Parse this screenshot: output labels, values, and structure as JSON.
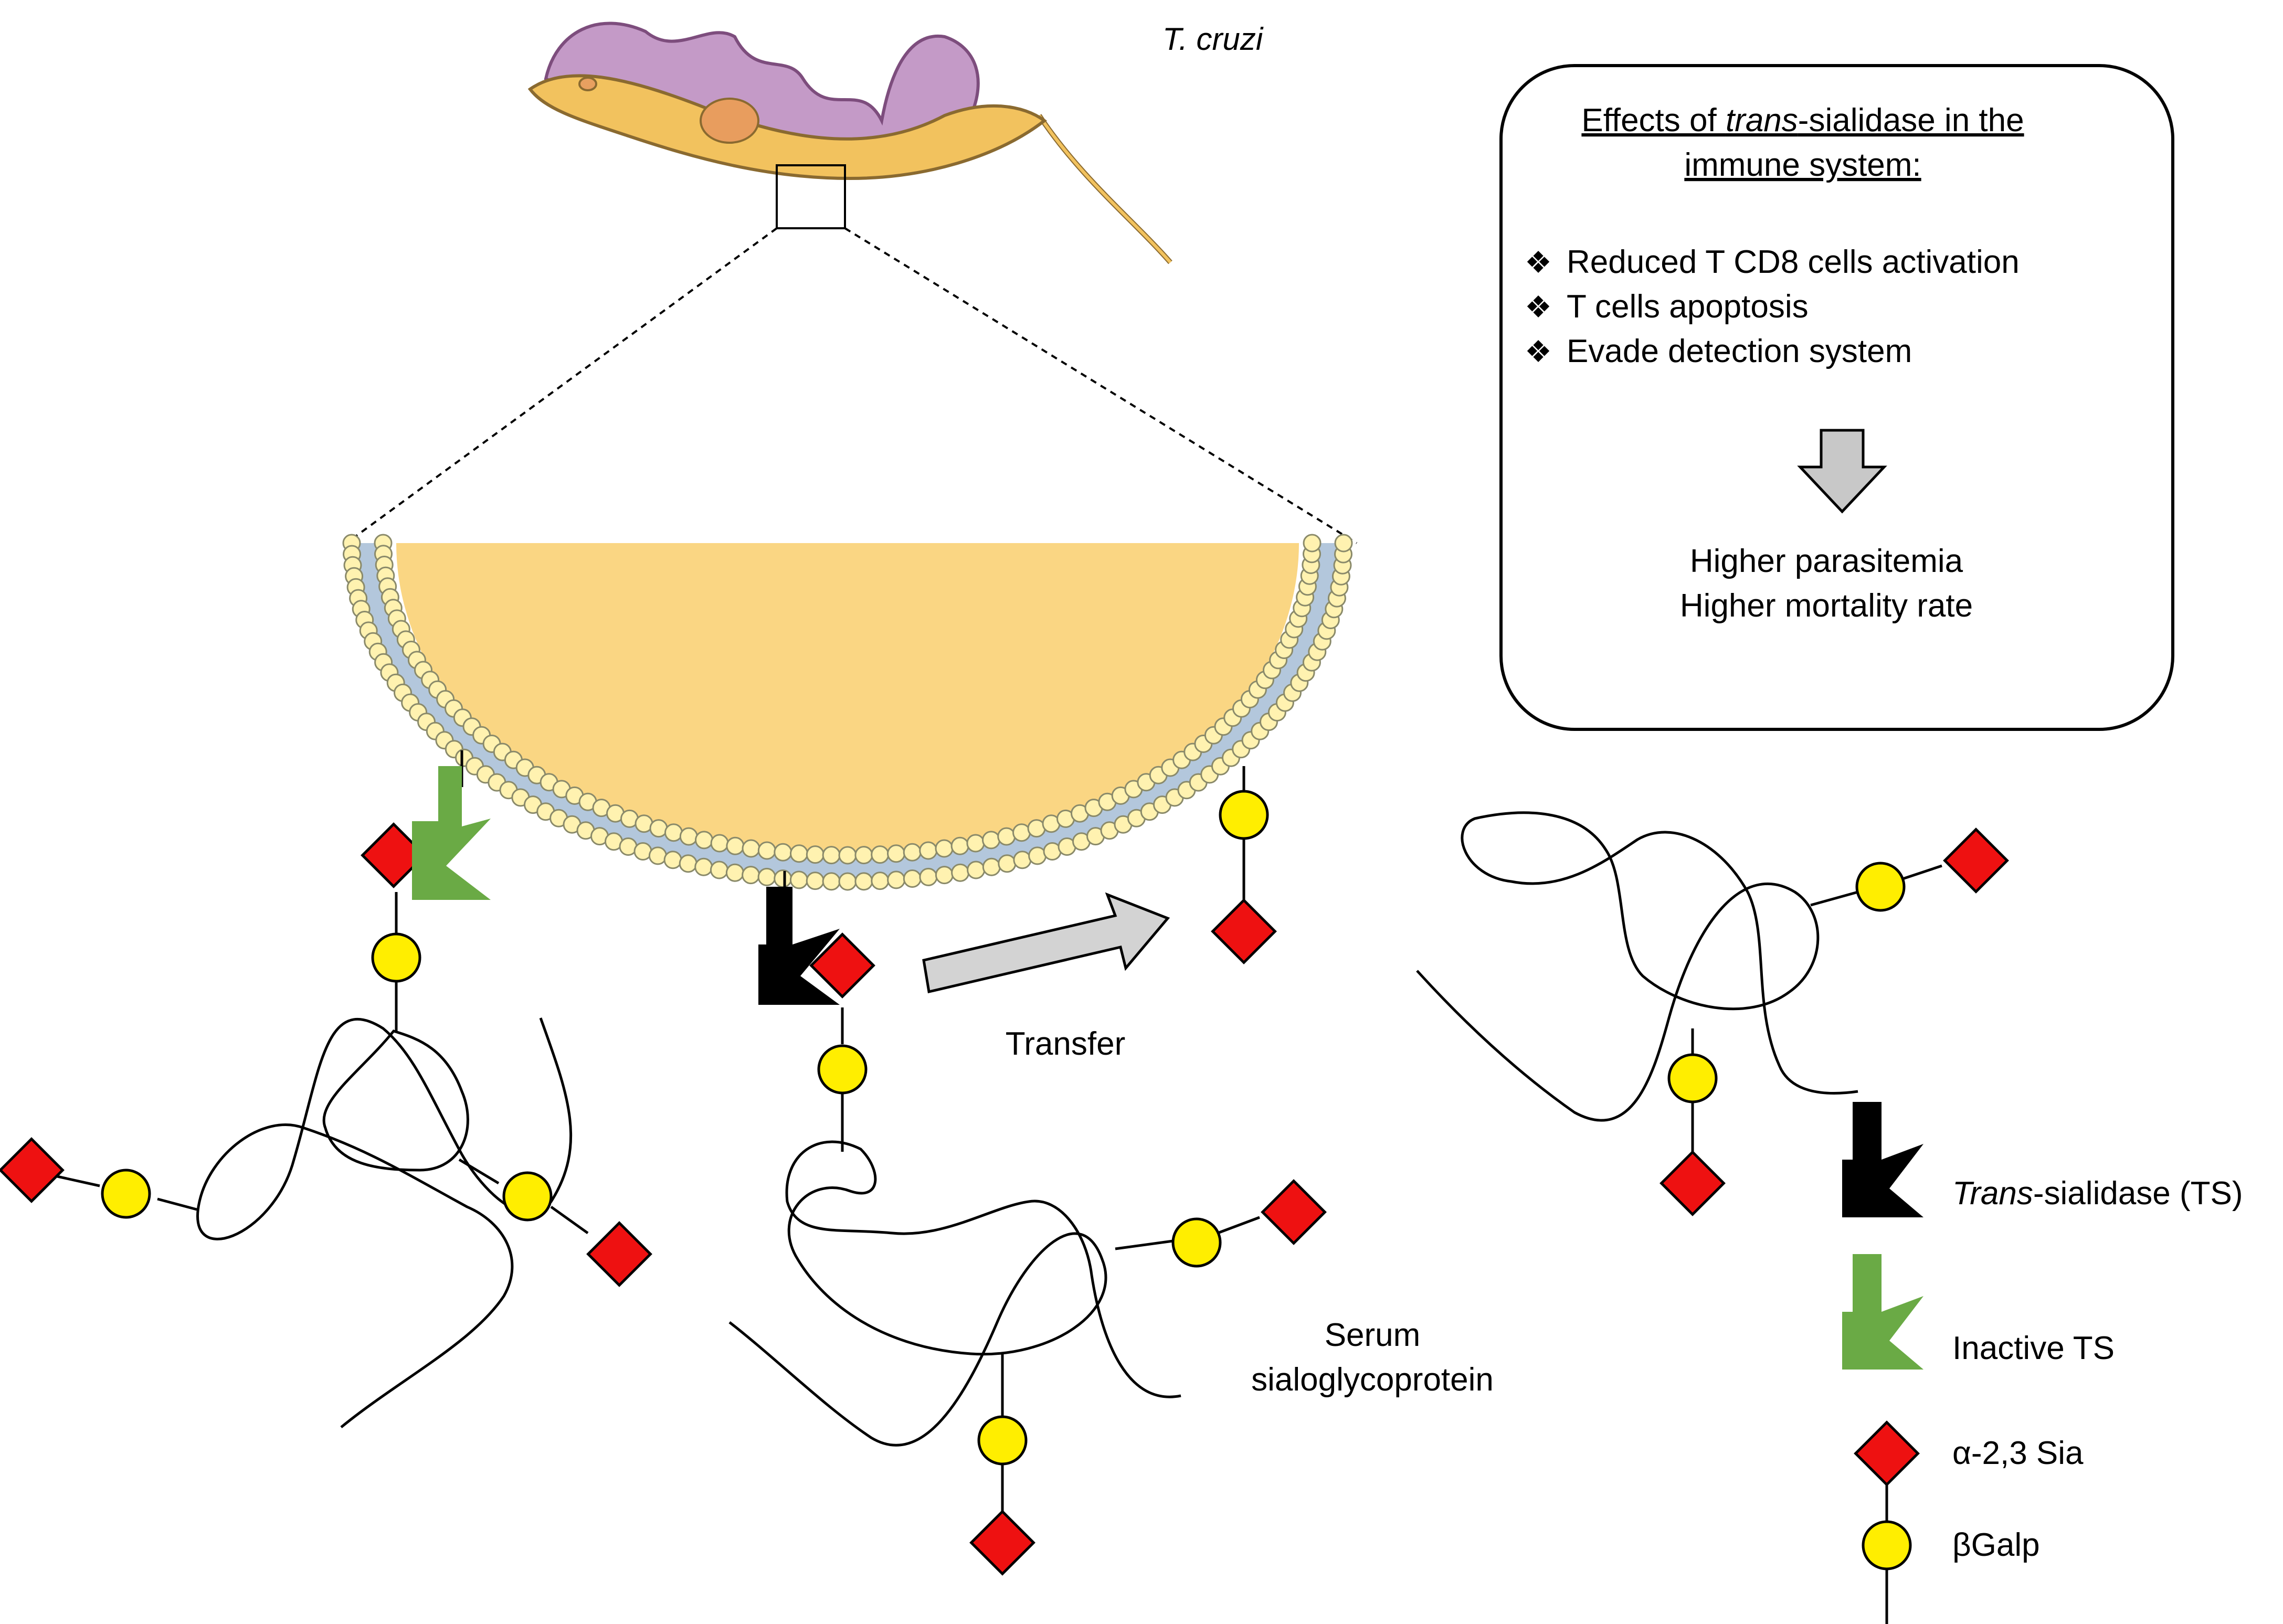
{
  "organism": {
    "label": "T. cruzi"
  },
  "effects_box": {
    "title_pre": "Effects of ",
    "title_italic": "trans",
    "title_post": "-sialidase in the",
    "title_line2": "immune system:",
    "bullet_symbol": "❖",
    "bullets": [
      "Reduced T CD8 cells activation",
      "T cells apoptosis",
      "Evade detection system"
    ],
    "outcomes": [
      "Higher parasitemia",
      "Higher mortality rate"
    ]
  },
  "labels": {
    "transfer": "Transfer",
    "serum_line1": "Serum",
    "serum_line2": "sialoglycoprotein"
  },
  "legend": {
    "ts_italic": "Trans",
    "ts_rest": "-sialidase (TS)",
    "inactive": "Inactive TS",
    "sia": "α-2,3 Sia",
    "galp": "βGalp"
  },
  "colors": {
    "sia": "#ee1111",
    "galp": "#ffee00",
    "active_ts": "#000000",
    "inactive_ts": "#6aaa45",
    "cytoplasm": "#fad683",
    "membrane_core": "#b3c7dc",
    "lipid_head": "#fff2b0",
    "transfer_arrow": "#d3d3d3",
    "parasite_body": "#f2c25e",
    "parasite_membrane": "#c49ac7"
  }
}
